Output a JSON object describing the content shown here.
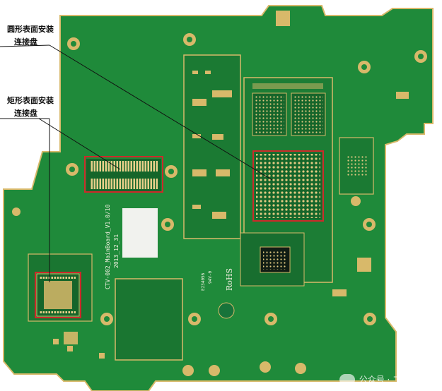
{
  "annotations": {
    "round_pad_line1": "圆形表面安装",
    "round_pad_line2": "连接盘",
    "rect_pad_line1": "矩形表面安装",
    "rect_pad_line2": "连接盘"
  },
  "board": {
    "silkscreen_main": "CTV-002_MainBoard_V1.0/10",
    "silkscreen_date": "2013_12_31",
    "rohs_mark": "RoHS",
    "part_code_1": "E234056",
    "part_code_2": "94V-0"
  },
  "watermark": {
    "text": "公众号 · 二木讲PCB"
  },
  "colors": {
    "background": "#ffffff",
    "board_green": "#1f8a3a",
    "board_dark_green": "#15652a",
    "pad_gold": "#d8b96a",
    "silkscreen": "#f3efe2",
    "annotation_box": "#cc2a2a"
  }
}
